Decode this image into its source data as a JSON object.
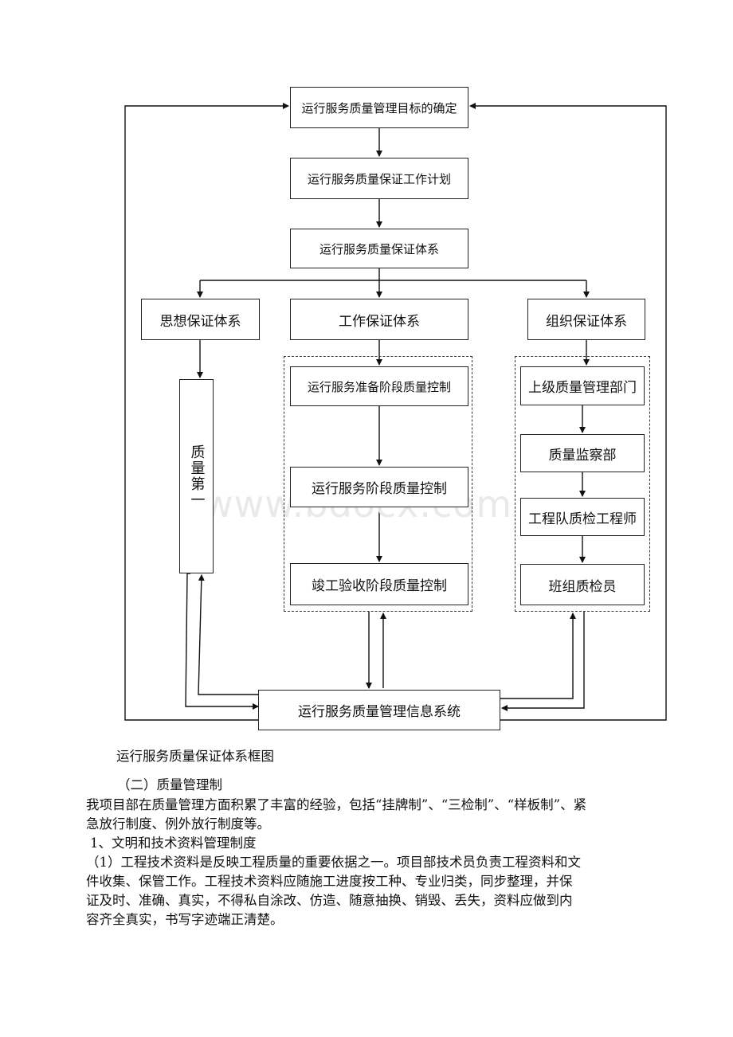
{
  "diagram": {
    "goal": "运行服务质量管理目标的确定",
    "plan": "运行服务质量保证工作计划",
    "system": "运行服务质量保证体系",
    "thought": "思想保证体系",
    "work": "工作保证体系",
    "org": "组织保证体系",
    "quality_first": "质量第一",
    "prep_control": "运行服务准备阶段质量控制",
    "run_control": "运行服务阶段质量控制",
    "accept_control": "竣工验收阶段质量控制",
    "upper_dept": "上级质量管理部门",
    "inspect_dept": "质量监察部",
    "team_engineer": "工程队质检工程师",
    "group_inspector": "班组质检员",
    "info_system": "运行服务质量管理信息系统"
  },
  "watermark": "www.bdocx.com",
  "caption": "运行服务质量保证体系框图",
  "section": "（二）质量管理制",
  "para1_line1": "我项目部在质量管理方面积累了丰富的经验，包括“挂牌制”、“三检制”、“样板制”、紧",
  "para1_line2": "急放行制度、例外放行制度等。",
  "item1": "1、文明和技术资料管理制度",
  "para2_line1": "（1）工程技术资料是反映工程质量的重要依据之一。项目部技术员负责工程资料和文",
  "para2_line2": "件收集、保管工作。工程技术资料应随施工进度按工种、专业归类，同步整理，并保",
  "para2_line3": "证及时、准确、真实，不得私自涂改、仿造、随意抽换、销毁、丢失，资料应做到内",
  "para2_line4": "容齐全真实，书写字迹端正清楚。"
}
